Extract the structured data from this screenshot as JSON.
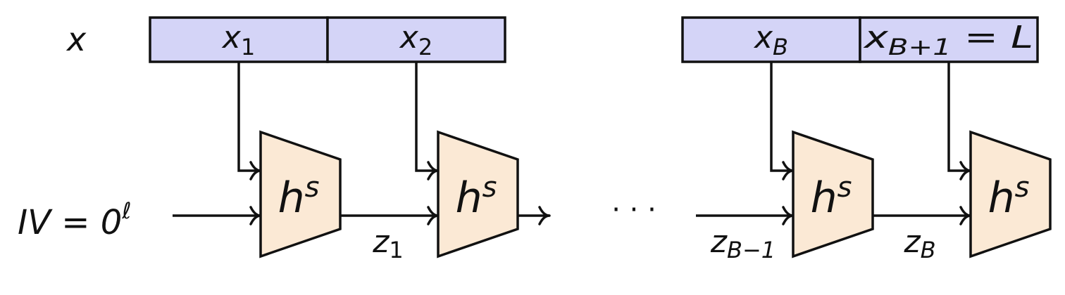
{
  "message": {
    "label": "x",
    "blocks": [
      {
        "base": "x",
        "sub": "1",
        "tail": ""
      },
      {
        "base": "x",
        "sub": "2",
        "tail": ""
      },
      {
        "base": "x",
        "sub": "B",
        "tail": ""
      },
      {
        "base": "x",
        "sub": "B+1",
        "tail": " = L"
      }
    ]
  },
  "iv": {
    "base": "IV = 0",
    "sup": "ℓ"
  },
  "function": {
    "base": "h",
    "sup": "s"
  },
  "chain": [
    {
      "base": "z",
      "sub": "1"
    },
    {
      "base": "z",
      "sub": "B−1"
    },
    {
      "base": "z",
      "sub": "B"
    }
  ],
  "ellipsis": "· · ·",
  "colors": {
    "block_fill": "#d4d4f7",
    "function_fill": "#fbe9d5",
    "stroke": "#111111"
  }
}
